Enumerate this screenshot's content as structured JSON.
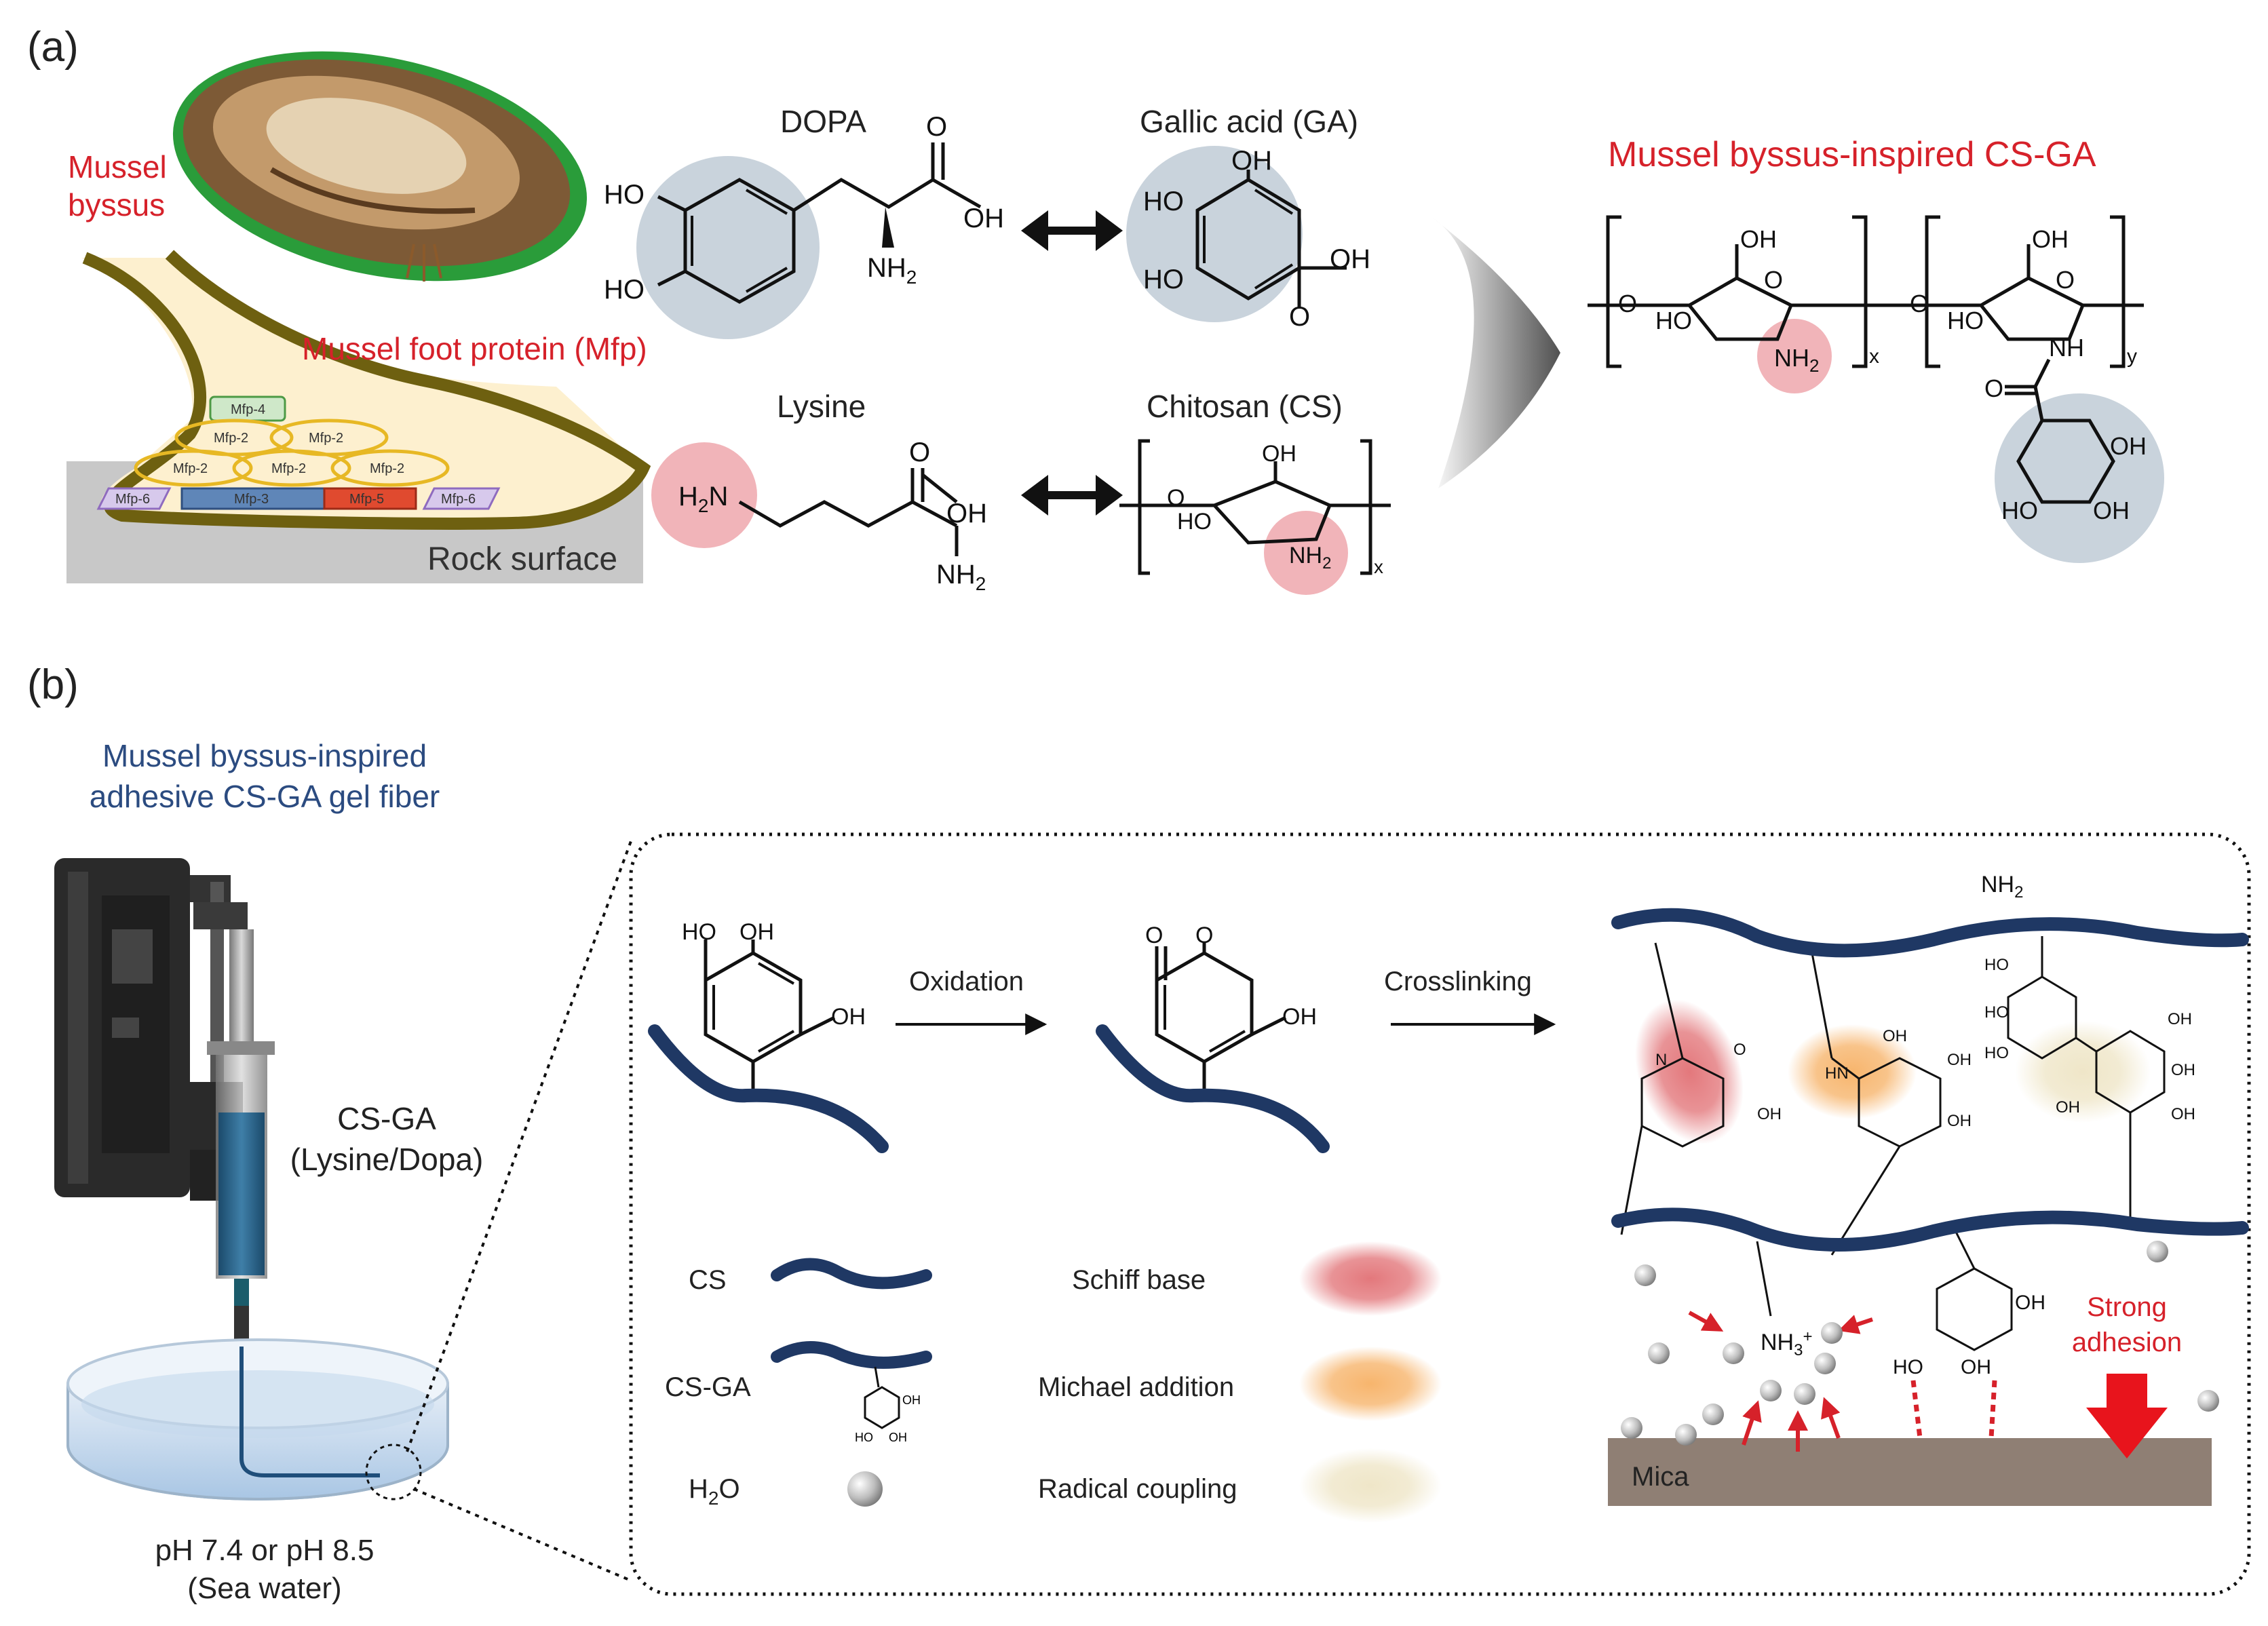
{
  "panel_a": {
    "label": "(a)",
    "byssus_title": "Mussel\nbyssus",
    "mfp_title": "Mussel foot protein (Mfp)",
    "rock_label": "Rock surface",
    "proteins": [
      "Mfp-4",
      "Mfp-2",
      "Mfp-2",
      "Mfp-2",
      "Mfp-2",
      "Mfp-2",
      "Mfp-6",
      "Mfp-3",
      "Mfp-5",
      "Mfp-6"
    ],
    "dopa_title": "DOPA",
    "ga_title": "Gallic acid (GA)",
    "lysine_title": "Lysine",
    "cs_title": "Chitosan (CS)",
    "result_title": "Mussel byssus-inspired CS-GA",
    "atoms": {
      "ho": "HO",
      "oh": "OH",
      "o": "O",
      "nh2": "NH",
      "sub2": "2",
      "h2n": "H",
      "h2n_n": "N",
      "nh": "NH",
      "x": "x",
      "y": "y"
    }
  },
  "panel_b": {
    "label": "(b)",
    "fiber_title": "Mussel byssus-inspired\nadhesive CS-GA gel fiber",
    "syringe_label": "CS-GA\n(Lysine/Dopa)",
    "ph_label": "pH 7.4 or pH 8.5\n(Sea water)",
    "oxidation": "Oxidation",
    "crosslinking": "Crosslinking",
    "nh2_top": "NH",
    "legend": [
      {
        "label": "CS"
      },
      {
        "label": "CS-GA"
      },
      {
        "label": "H",
        "sub": "2",
        "tail": "O"
      }
    ],
    "reactions": [
      {
        "label": "Schiff base",
        "color": "#e3787c"
      },
      {
        "label": "Michael addition",
        "color": "#f7b56d"
      },
      {
        "label": "Radical coupling",
        "color": "#f1ead0"
      }
    ],
    "nh3": "NH",
    "nh3_sub": "3",
    "nh3_sup": "+",
    "strong_adhesion": "Strong\nadhesion",
    "mica": "Mica",
    "atoms": {
      "oh": "OH",
      "ho": "HO",
      "o": "O",
      "n": "N",
      "hn": "HN"
    }
  },
  "colors": {
    "red": "#d6212a",
    "navy": "#1f3864",
    "gray_circle": "#c9d3dc",
    "pink_circle": "#f1b4b9",
    "rock": "#c8c8c8",
    "mica": "#8f7f74",
    "fiber_text": "#2b4b80"
  }
}
